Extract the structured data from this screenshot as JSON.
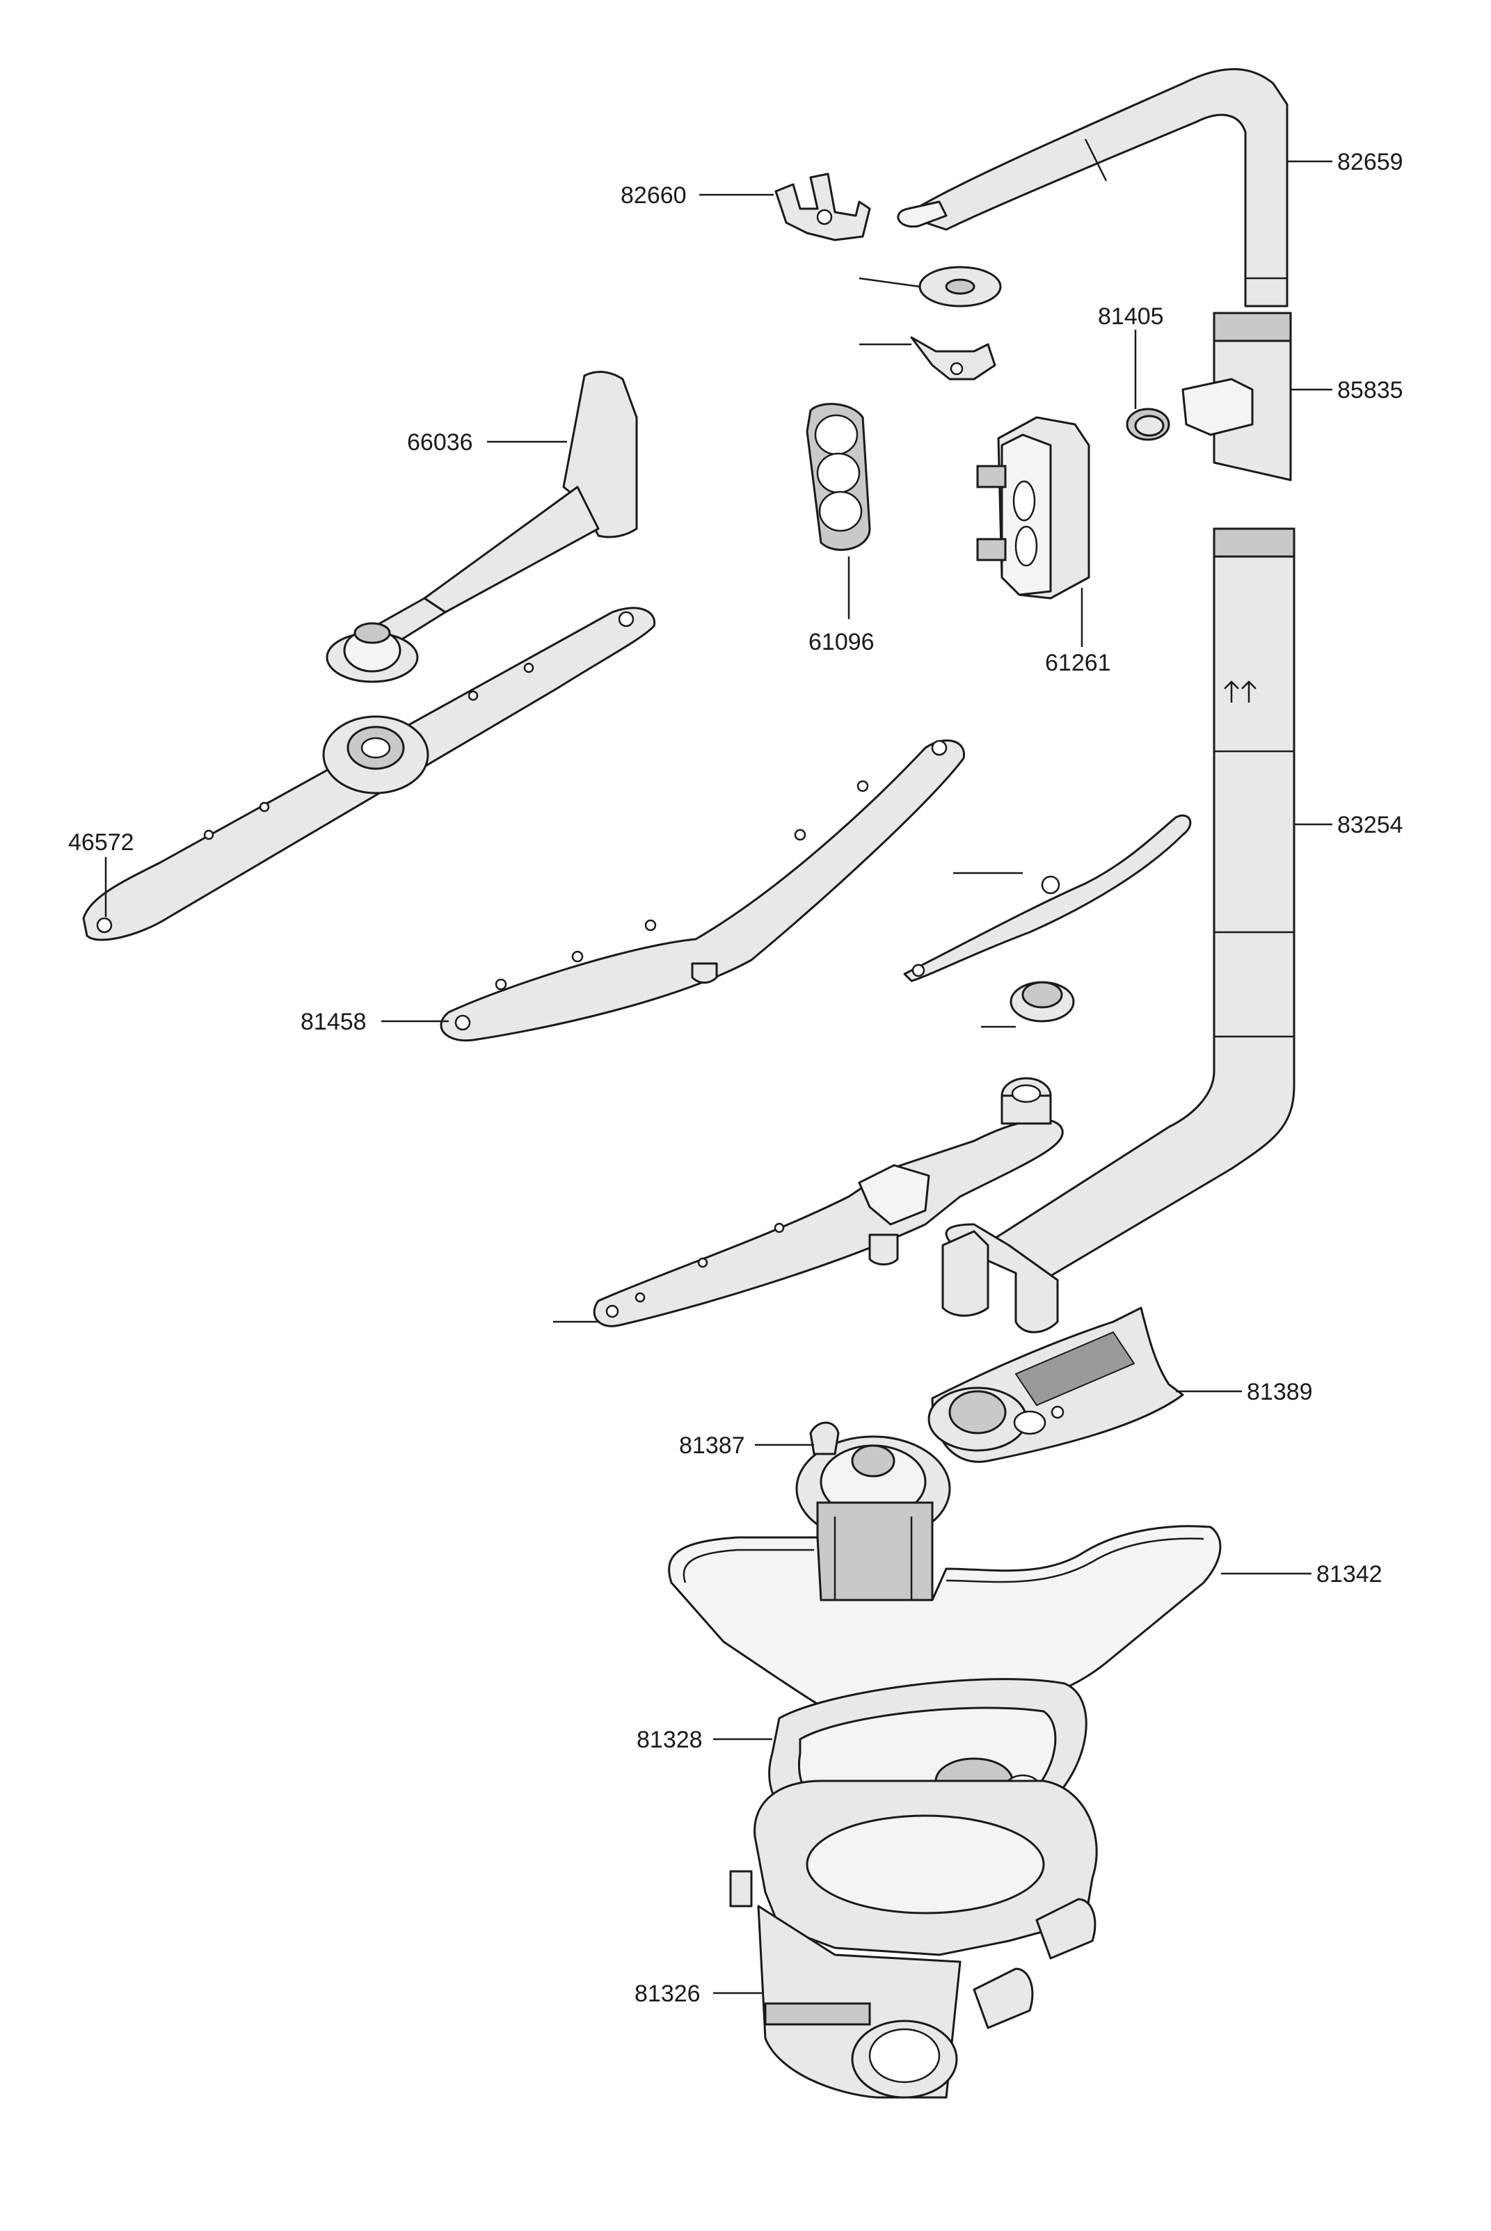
{
  "callouts": {
    "c82659": "82659",
    "c82660": "82660",
    "c81405": "81405",
    "c85835": "85835",
    "c66036": "66036",
    "c61096": "61096",
    "c61261": "61261",
    "c83254": "83254",
    "c46572": "46572",
    "c81458": "81458",
    "c81389": "81389",
    "c81387": "81387",
    "c81342": "81342",
    "c81328": "81328",
    "c81326": "81326"
  }
}
